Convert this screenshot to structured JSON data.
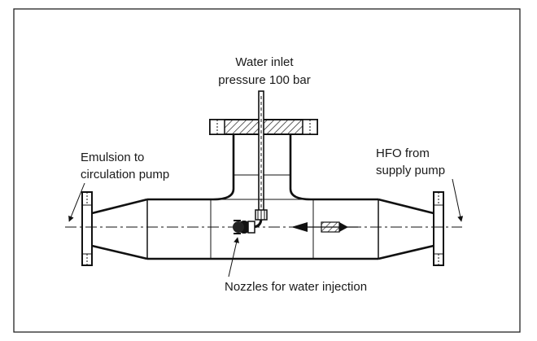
{
  "diagram": {
    "labels": {
      "water_inlet_line1": "Water inlet",
      "water_inlet_line2": "pressure 100 bar",
      "emulsion_line1": "Emulsion to",
      "emulsion_line2": "circulation pump",
      "hfo_line1": "HFO from",
      "hfo_line2": "supply pump",
      "nozzles": "Nozzles for water injection"
    }
  }
}
